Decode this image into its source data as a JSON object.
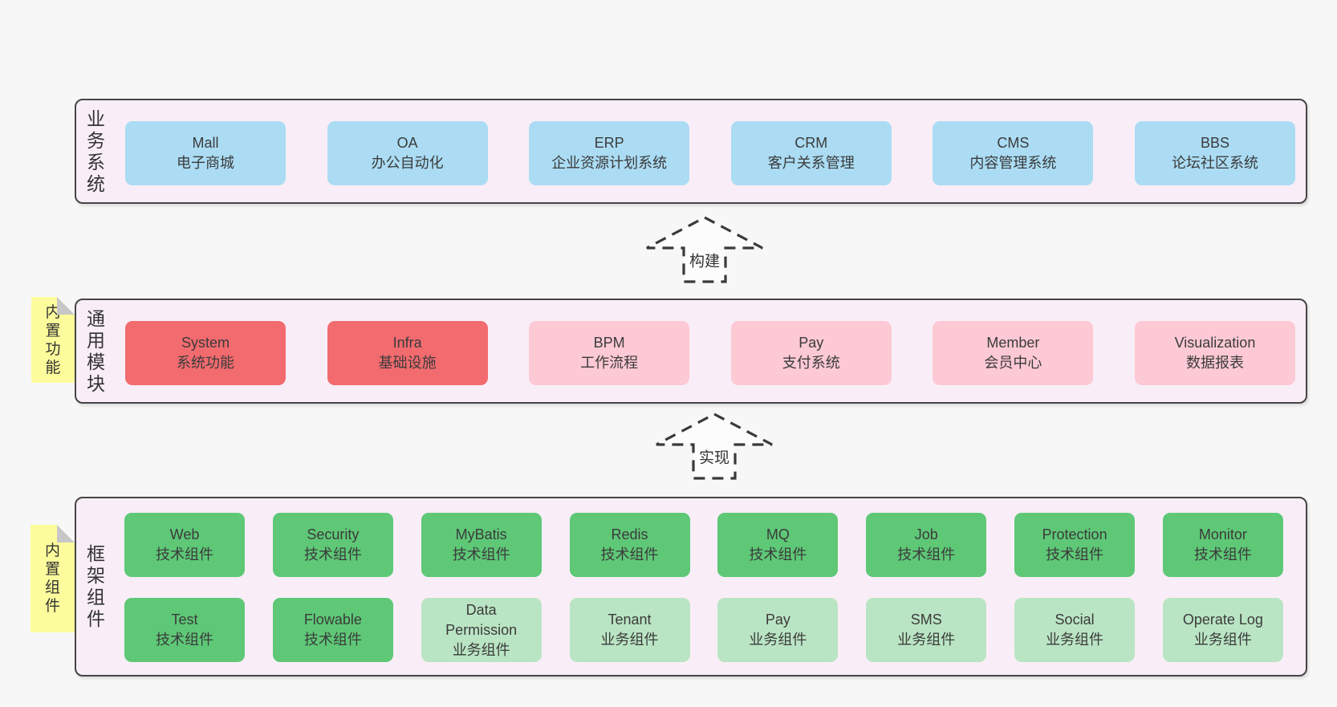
{
  "colors": {
    "background": "#f7f7f7",
    "panel_fill": "#f9eef7",
    "panel_border": "#454545",
    "box_blue": "#abdcf4",
    "box_red": "#f26b6f",
    "box_pink": "#fcc9d4",
    "box_green": "#5ec877",
    "box_light_green": "#bae5c4",
    "note_yellow": "#fdfc9c",
    "text": "#3b3b3b"
  },
  "arrows": [
    {
      "label": "构建"
    },
    {
      "label": "实现"
    }
  ],
  "layers": [
    {
      "side_label": "业务系统",
      "boxes": [
        {
          "title": "Mall",
          "subtitle": "电子商城"
        },
        {
          "title": "OA",
          "subtitle": "办公自动化"
        },
        {
          "title": "ERP",
          "subtitle": "企业资源计划系统"
        },
        {
          "title": "CRM",
          "subtitle": "客户关系管理"
        },
        {
          "title": "CMS",
          "subtitle": "内容管理系统"
        },
        {
          "title": "BBS",
          "subtitle": "论坛社区系统"
        }
      ]
    },
    {
      "side_label": "通用模块",
      "note": "内置功能",
      "boxes": [
        {
          "title": "System",
          "subtitle": "系统功能"
        },
        {
          "title": "Infra",
          "subtitle": "基础设施"
        },
        {
          "title": "BPM",
          "subtitle": "工作流程"
        },
        {
          "title": "Pay",
          "subtitle": "支付系统"
        },
        {
          "title": "Member",
          "subtitle": "会员中心"
        },
        {
          "title": "Visualization",
          "subtitle": "数据报表"
        }
      ]
    },
    {
      "side_label": "框架组件",
      "note": "内置组件",
      "rows": [
        [
          {
            "title": "Web",
            "subtitle": "技术组件"
          },
          {
            "title": "Security",
            "subtitle": "技术组件"
          },
          {
            "title": "MyBatis",
            "subtitle": "技术组件"
          },
          {
            "title": "Redis",
            "subtitle": "技术组件"
          },
          {
            "title": "MQ",
            "subtitle": "技术组件"
          },
          {
            "title": "Job",
            "subtitle": "技术组件"
          },
          {
            "title": "Protection",
            "subtitle": "技术组件"
          },
          {
            "title": "Monitor",
            "subtitle": "技术组件"
          }
        ],
        [
          {
            "title": "Test",
            "subtitle": "技术组件"
          },
          {
            "title": "Flowable",
            "subtitle": "技术组件"
          },
          {
            "title": "Data Permission",
            "subtitle": "业务组件"
          },
          {
            "title": "Tenant",
            "subtitle": "业务组件"
          },
          {
            "title": "Pay",
            "subtitle": "业务组件"
          },
          {
            "title": "SMS",
            "subtitle": "业务组件"
          },
          {
            "title": "Social",
            "subtitle": "业务组件"
          },
          {
            "title": "Operate Log",
            "subtitle": "业务组件"
          }
        ]
      ]
    }
  ]
}
